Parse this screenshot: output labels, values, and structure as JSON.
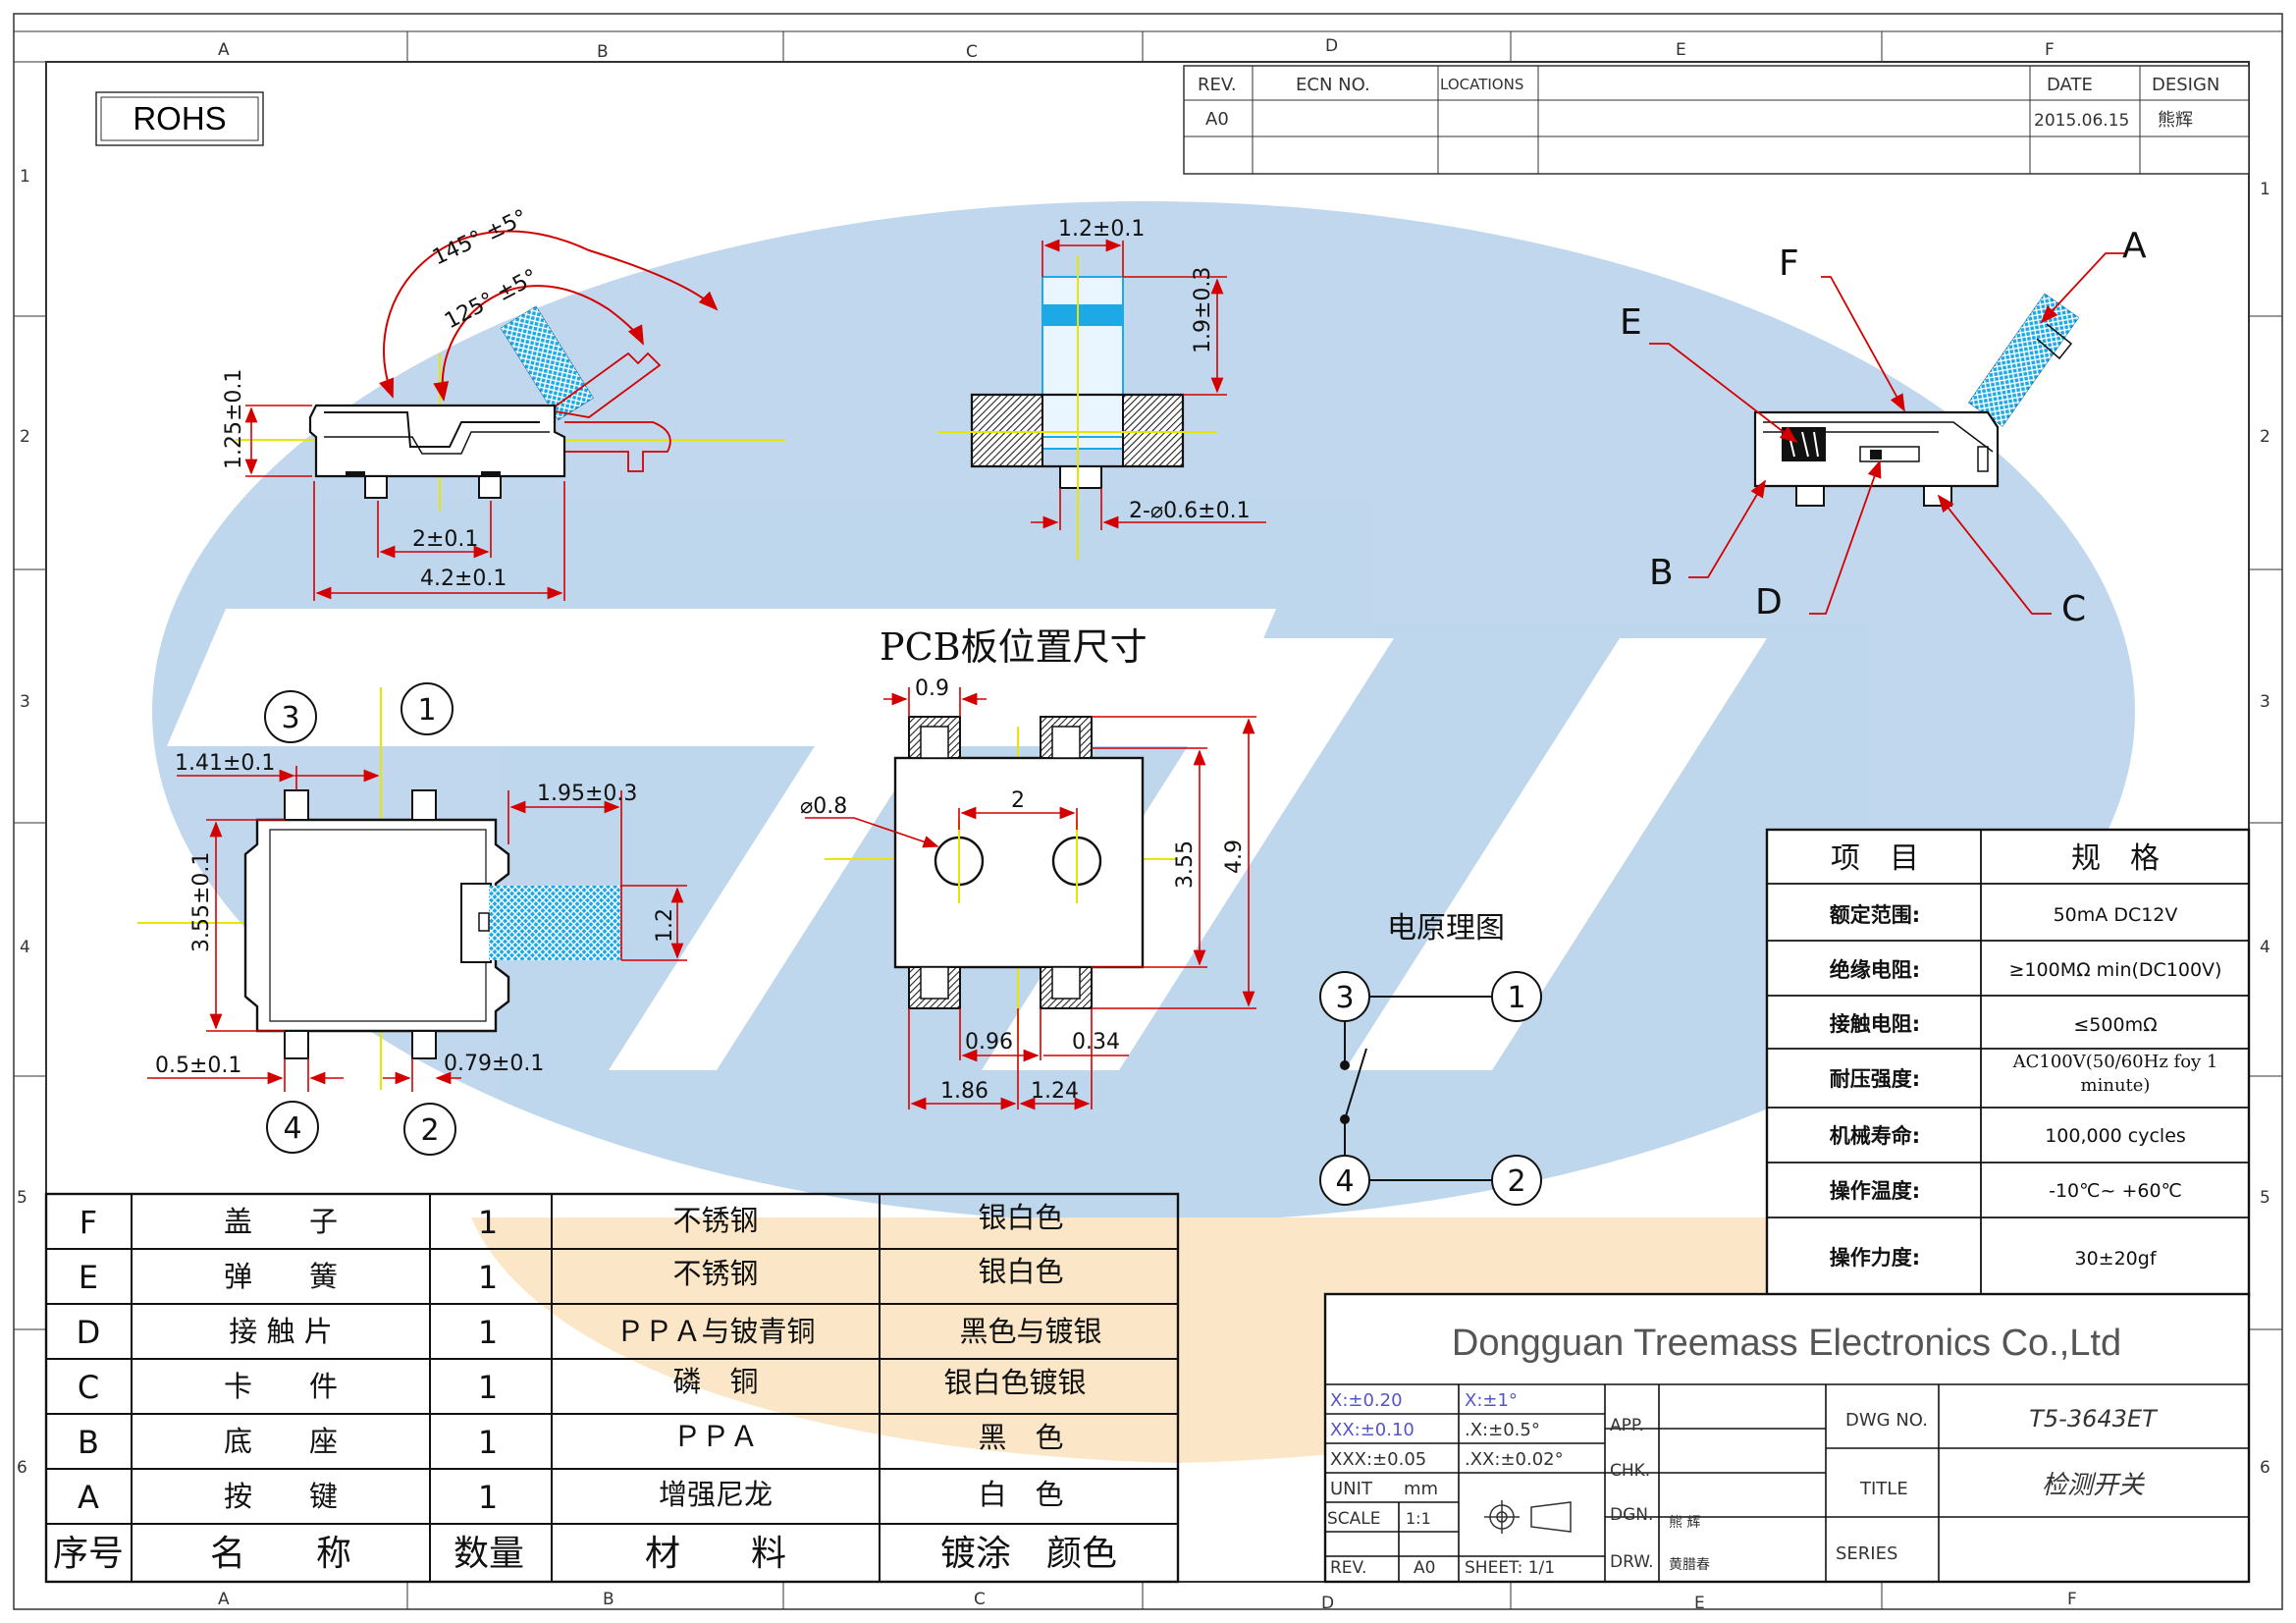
{
  "border": {
    "cols": [
      "A",
      "B",
      "C",
      "D",
      "E",
      "F"
    ],
    "rows": [
      "1",
      "2",
      "3",
      "4",
      "5",
      "6"
    ]
  },
  "rohs": "ROHS",
  "revision_block": {
    "headers": [
      "REV.",
      "ECN NO.",
      "LOCATIONS",
      "DATE",
      "DESIGN"
    ],
    "rev": "A0",
    "date": "2015.06.15",
    "design": "熊辉"
  },
  "side_view": {
    "angle_outer": "145° ±5°",
    "angle_inner": "125° ±5°",
    "height": "1.25±0.1",
    "pin_pitch": "2±0.1",
    "length": "4.2±0.1"
  },
  "end_view": {
    "width": "1.2±0.1",
    "height": "1.9±0.3",
    "pin_dia": "2-⌀0.6±0.1"
  },
  "part_labels": [
    "F",
    "A",
    "E",
    "B",
    "D",
    "C"
  ],
  "pcb_title": "PCB板位置尺寸",
  "top_view": {
    "pin_labels": [
      "3",
      "1",
      "4",
      "2"
    ],
    "dim_1": "1.41±0.1",
    "dim_2": "1.95±0.3",
    "dim_3": "3.55±0.1",
    "dim_4": "1.2",
    "dim_5": "0.5±0.1",
    "dim_6": "0.79±0.1"
  },
  "pcb_layout": {
    "pad_w": "0.9",
    "hole_dia": "⌀0.8",
    "hole_pitch": "2",
    "inner_h": "3.55",
    "outer_h": "4.9",
    "d_096": "0.96",
    "d_034": "0.34",
    "d_186": "1.86",
    "d_124": "1.24"
  },
  "circuit": {
    "title": "电原理图",
    "pins": [
      "3",
      "1",
      "4",
      "2"
    ]
  },
  "spec_table": {
    "header": [
      "项　目",
      "规　格"
    ],
    "rows": [
      [
        "额定范围:",
        "50mA DC12V"
      ],
      [
        "绝缘电阻:",
        "≥100MΩ min(DC100V)"
      ],
      [
        "接触电阻:",
        "≤500mΩ"
      ],
      [
        "耐压强度:",
        "AC100V(50/60Hz foy 1 minute)"
      ],
      [
        "机械寿命:",
        "100,000 cycles"
      ],
      [
        "操作温度:",
        "-10℃~ +60℃"
      ],
      [
        "操作力度:",
        "30±20gf"
      ]
    ]
  },
  "bom": {
    "rows": [
      [
        "F",
        "盖　　子",
        "1",
        "不锈钢",
        "银白色"
      ],
      [
        "E",
        "弹　　簧",
        "1",
        "不锈钢",
        "银白色"
      ],
      [
        "D",
        "接 触 片",
        "1",
        "ＰＰＡ与铍青铜",
        "黑色与镀银"
      ],
      [
        "C",
        "卡　　件",
        "1",
        "磷　铜",
        "银白色镀银"
      ],
      [
        "B",
        "底　　座",
        "1",
        "ＰＰＡ",
        "黑　色"
      ],
      [
        "A",
        "按　　键",
        "1",
        "增强尼龙",
        "白　色"
      ]
    ],
    "header": [
      "序号",
      "名　　称",
      "数量",
      "材　　料",
      "镀涂　颜色"
    ]
  },
  "title_block": {
    "company": "Dongguan Treemass Electronics Co.,Ltd",
    "tol_x": "X:±0.20",
    "tol_ang_x": "X:±1°",
    "tol_xx": "XX:±0.10",
    "tol_ang_xx": ".X:±0.5°",
    "tol_xxx": "XXX:±0.05",
    "tol_ang_xxx": ".XX:±0.02°",
    "unit_label": "UNIT",
    "unit": "mm",
    "scale_label": "SCALE",
    "scale": "1:1",
    "rev_label": "REV.",
    "rev": "A0",
    "sheet": "SHEET: 1/1",
    "app": "APP.",
    "chk": "CHK.",
    "dgn": "DGN.",
    "dgn_name": "熊 辉",
    "drw": "DRW.",
    "drw_name": "黄腊春",
    "dwg_no_label": "DWG NO.",
    "dwg_no": "T5-3643ET",
    "title_label": "TITLE",
    "title": "检测开关",
    "series_label": "SERIES"
  }
}
